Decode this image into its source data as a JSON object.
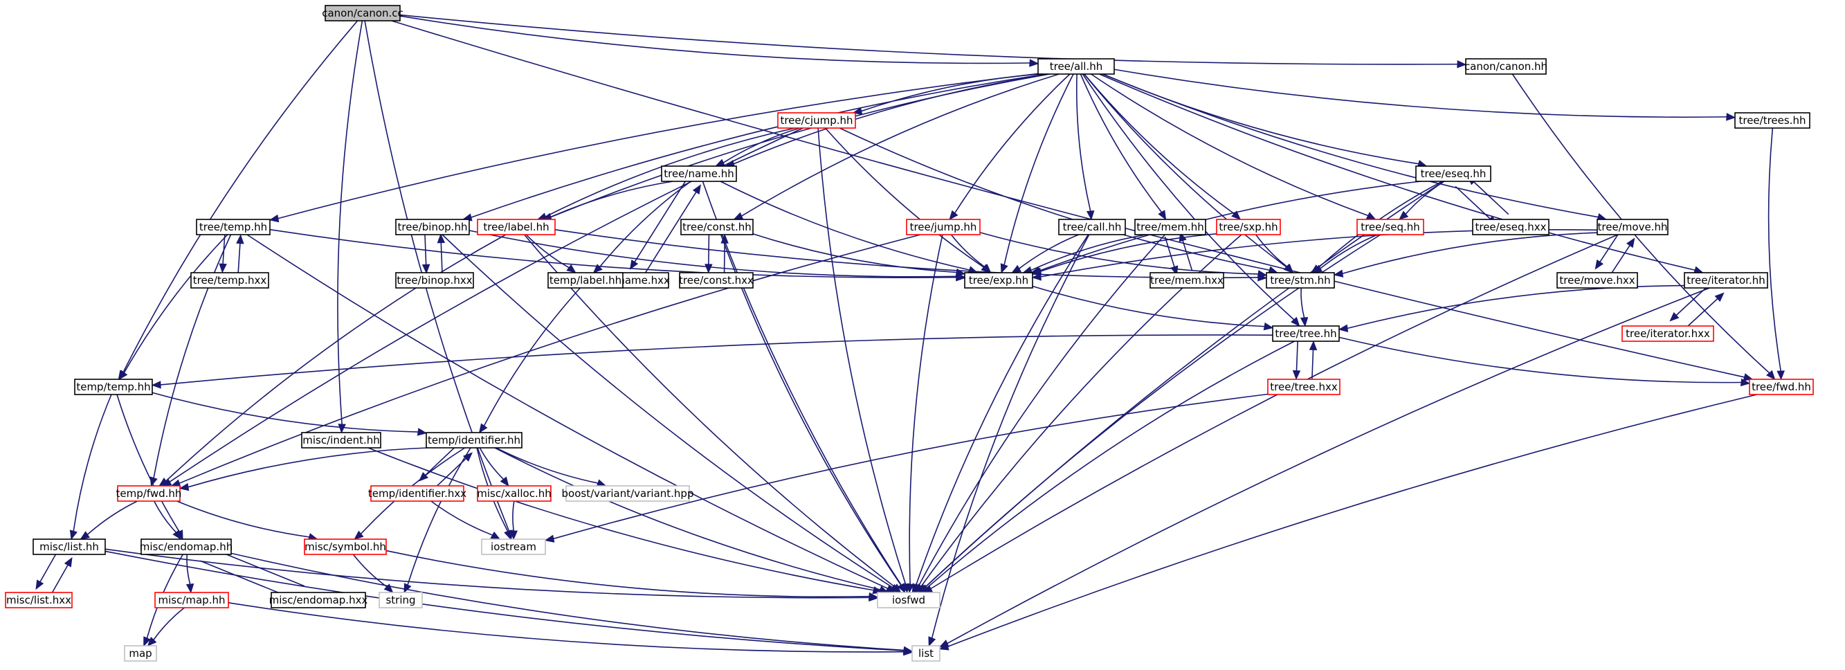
{
  "title": "canon/canon.cc",
  "colors": {
    "edge": "#191970",
    "root_fill": "#bfbfbf",
    "node_border": "#000000",
    "incomplete_border": "#ff0000",
    "external_border": "#bfbfbf",
    "external_text": "#404040"
  },
  "nodes": [
    {
      "id": "canon_cc",
      "label": "canon/canon.cc",
      "kind": "root"
    },
    {
      "id": "tree_all",
      "label": "tree/all.hh",
      "kind": "normal"
    },
    {
      "id": "canon_hh",
      "label": "canon/canon.hh",
      "kind": "normal"
    },
    {
      "id": "cjump",
      "label": "tree/cjump.hh",
      "kind": "red"
    },
    {
      "id": "trees",
      "label": "tree/trees.hh",
      "kind": "normal"
    },
    {
      "id": "name",
      "label": "tree/name.hh",
      "kind": "normal"
    },
    {
      "id": "eseq",
      "label": "tree/eseq.hh",
      "kind": "normal"
    },
    {
      "id": "tree_temp",
      "label": "tree/temp.hh",
      "kind": "normal"
    },
    {
      "id": "binop",
      "label": "tree/binop.hh",
      "kind": "normal"
    },
    {
      "id": "label",
      "label": "tree/label.hh",
      "kind": "red"
    },
    {
      "id": "const",
      "label": "tree/const.hh",
      "kind": "normal"
    },
    {
      "id": "jump",
      "label": "tree/jump.hh",
      "kind": "red"
    },
    {
      "id": "call",
      "label": "tree/call.hh",
      "kind": "normal"
    },
    {
      "id": "mem",
      "label": "tree/mem.hh",
      "kind": "normal"
    },
    {
      "id": "sxp",
      "label": "tree/sxp.hh",
      "kind": "red"
    },
    {
      "id": "seq",
      "label": "tree/seq.hh",
      "kind": "red"
    },
    {
      "id": "eseq_hxx",
      "label": "tree/eseq.hxx",
      "kind": "normal"
    },
    {
      "id": "move",
      "label": "tree/move.hh",
      "kind": "normal"
    },
    {
      "id": "name_hxx",
      "label": "tree/name.hxx",
      "kind": "normal"
    },
    {
      "id": "tree_temp_hxx",
      "label": "tree/temp.hxx",
      "kind": "normal"
    },
    {
      "id": "binop_hxx",
      "label": "tree/binop.hxx",
      "kind": "normal"
    },
    {
      "id": "temp_label",
      "label": "temp/label.hh",
      "kind": "normal"
    },
    {
      "id": "const_hxx",
      "label": "tree/const.hxx",
      "kind": "normal"
    },
    {
      "id": "exp",
      "label": "tree/exp.hh",
      "kind": "normal"
    },
    {
      "id": "mem_hxx",
      "label": "tree/mem.hxx",
      "kind": "normal"
    },
    {
      "id": "stm",
      "label": "tree/stm.hh",
      "kind": "normal"
    },
    {
      "id": "move_hxx",
      "label": "tree/move.hxx",
      "kind": "normal"
    },
    {
      "id": "iterator",
      "label": "tree/iterator.hh",
      "kind": "normal"
    },
    {
      "id": "iterator_hxx",
      "label": "tree/iterator.hxx",
      "kind": "red"
    },
    {
      "id": "tree",
      "label": "tree/tree.hh",
      "kind": "normal"
    },
    {
      "id": "tree_hxx",
      "label": "tree/tree.hxx",
      "kind": "red"
    },
    {
      "id": "temp_temp",
      "label": "temp/temp.hh",
      "kind": "normal"
    },
    {
      "id": "tree_fwd",
      "label": "tree/fwd.hh",
      "kind": "red"
    },
    {
      "id": "indent",
      "label": "misc/indent.hh",
      "kind": "normal"
    },
    {
      "id": "identifier",
      "label": "temp/identifier.hh",
      "kind": "normal"
    },
    {
      "id": "temp_fwd",
      "label": "temp/fwd.hh",
      "kind": "red"
    },
    {
      "id": "identifier_hxx",
      "label": "temp/identifier.hxx",
      "kind": "red"
    },
    {
      "id": "xalloc",
      "label": "misc/xalloc.hh",
      "kind": "red"
    },
    {
      "id": "boost_variant",
      "label": "boost/variant/variant.hpp",
      "kind": "external"
    },
    {
      "id": "iostream",
      "label": "iostream",
      "kind": "external"
    },
    {
      "id": "list_hh",
      "label": "misc/list.hh",
      "kind": "normal"
    },
    {
      "id": "endomap",
      "label": "misc/endomap.hh",
      "kind": "normal"
    },
    {
      "id": "symbol",
      "label": "misc/symbol.hh",
      "kind": "red"
    },
    {
      "id": "list_hxx",
      "label": "misc/list.hxx",
      "kind": "red"
    },
    {
      "id": "map_hh",
      "label": "misc/map.hh",
      "kind": "red"
    },
    {
      "id": "endomap_hxx",
      "label": "misc/endomap.hxx",
      "kind": "normal"
    },
    {
      "id": "string",
      "label": "string",
      "kind": "external"
    },
    {
      "id": "iosfwd",
      "label": "iosfwd",
      "kind": "external"
    },
    {
      "id": "map",
      "label": "map",
      "kind": "external"
    },
    {
      "id": "list",
      "label": "list",
      "kind": "external"
    }
  ],
  "edges": [
    [
      "canon_cc",
      "tree_all"
    ],
    [
      "canon_cc",
      "canon_hh"
    ],
    [
      "canon_cc",
      "temp_temp"
    ],
    [
      "canon_cc",
      "indent"
    ],
    [
      "canon_cc",
      "iostream"
    ],
    [
      "canon_cc",
      "tree_fwd"
    ],
    [
      "tree_all",
      "cjump"
    ],
    [
      "tree_all",
      "trees"
    ],
    [
      "tree_all",
      "name"
    ],
    [
      "tree_all",
      "eseq"
    ],
    [
      "tree_all",
      "tree_temp"
    ],
    [
      "tree_all",
      "binop"
    ],
    [
      "tree_all",
      "label"
    ],
    [
      "tree_all",
      "const"
    ],
    [
      "tree_all",
      "jump"
    ],
    [
      "tree_all",
      "call"
    ],
    [
      "tree_all",
      "mem"
    ],
    [
      "tree_all",
      "sxp"
    ],
    [
      "tree_all",
      "seq"
    ],
    [
      "tree_all",
      "move"
    ],
    [
      "tree_all",
      "iterator"
    ],
    [
      "tree_all",
      "exp"
    ],
    [
      "tree_all",
      "stm"
    ],
    [
      "tree_all",
      "tree"
    ],
    [
      "canon_hh",
      "tree_fwd"
    ],
    [
      "trees",
      "tree_fwd"
    ],
    [
      "cjump",
      "name"
    ],
    [
      "cjump",
      "label"
    ],
    [
      "cjump",
      "exp"
    ],
    [
      "cjump",
      "stm"
    ],
    [
      "cjump",
      "iosfwd"
    ],
    [
      "cjump",
      "temp_fwd"
    ],
    [
      "name",
      "label"
    ],
    [
      "name",
      "name_hxx"
    ],
    [
      "name",
      "temp_label"
    ],
    [
      "name",
      "exp"
    ],
    [
      "name",
      "iosfwd"
    ],
    [
      "name_hxx",
      "name"
    ],
    [
      "eseq",
      "seq"
    ],
    [
      "eseq",
      "eseq_hxx"
    ],
    [
      "eseq",
      "exp"
    ],
    [
      "eseq",
      "stm"
    ],
    [
      "eseq",
      "iosfwd"
    ],
    [
      "eseq_hxx",
      "eseq"
    ],
    [
      "tree_temp",
      "tree_temp_hxx"
    ],
    [
      "tree_temp",
      "temp_temp"
    ],
    [
      "tree_temp",
      "temp_fwd"
    ],
    [
      "tree_temp",
      "exp"
    ],
    [
      "tree_temp",
      "iosfwd"
    ],
    [
      "tree_temp_hxx",
      "tree_temp"
    ],
    [
      "binop",
      "binop_hxx"
    ],
    [
      "binop",
      "exp"
    ],
    [
      "binop",
      "iosfwd"
    ],
    [
      "binop_hxx",
      "binop"
    ],
    [
      "label",
      "temp_label"
    ],
    [
      "label",
      "stm"
    ],
    [
      "label",
      "temp_fwd"
    ],
    [
      "label",
      "iosfwd"
    ],
    [
      "const",
      "const_hxx"
    ],
    [
      "const",
      "exp"
    ],
    [
      "const",
      "iosfwd"
    ],
    [
      "const_hxx",
      "const"
    ],
    [
      "jump",
      "exp"
    ],
    [
      "jump",
      "stm"
    ],
    [
      "jump",
      "temp_fwd"
    ],
    [
      "jump",
      "iosfwd"
    ],
    [
      "call",
      "exp"
    ],
    [
      "call",
      "iosfwd"
    ],
    [
      "call",
      "list"
    ],
    [
      "mem",
      "mem_hxx"
    ],
    [
      "mem",
      "exp"
    ],
    [
      "mem",
      "iosfwd"
    ],
    [
      "mem_hxx",
      "mem"
    ],
    [
      "sxp",
      "exp"
    ],
    [
      "sxp",
      "stm"
    ],
    [
      "sxp",
      "iosfwd"
    ],
    [
      "seq",
      "stm"
    ],
    [
      "seq",
      "iosfwd"
    ],
    [
      "move",
      "move_hxx"
    ],
    [
      "move",
      "exp"
    ],
    [
      "move",
      "stm"
    ],
    [
      "move",
      "iosfwd"
    ],
    [
      "move_hxx",
      "move"
    ],
    [
      "iterator",
      "iterator_hxx"
    ],
    [
      "iterator",
      "tree"
    ],
    [
      "iterator",
      "list"
    ],
    [
      "iterator_hxx",
      "iterator"
    ],
    [
      "exp",
      "tree"
    ],
    [
      "stm",
      "tree"
    ],
    [
      "tree",
      "tree_hxx"
    ],
    [
      "tree",
      "temp_temp"
    ],
    [
      "tree",
      "tree_fwd"
    ],
    [
      "tree",
      "iosfwd"
    ],
    [
      "tree_hxx",
      "tree"
    ],
    [
      "tree_hxx",
      "iostream"
    ],
    [
      "tree_fwd",
      "list"
    ],
    [
      "temp_label",
      "identifier"
    ],
    [
      "temp_temp",
      "identifier"
    ],
    [
      "temp_temp",
      "list_hh"
    ],
    [
      "temp_temp",
      "endomap"
    ],
    [
      "indent",
      "iosfwd"
    ],
    [
      "identifier",
      "identifier_hxx"
    ],
    [
      "identifier",
      "xalloc"
    ],
    [
      "identifier",
      "boost_variant"
    ],
    [
      "identifier",
      "temp_fwd"
    ],
    [
      "identifier",
      "symbol"
    ],
    [
      "identifier",
      "iostream"
    ],
    [
      "identifier",
      "string"
    ],
    [
      "identifier",
      "iosfwd"
    ],
    [
      "identifier_hxx",
      "identifier"
    ],
    [
      "identifier_hxx",
      "iostream"
    ],
    [
      "xalloc",
      "iostream"
    ],
    [
      "temp_fwd",
      "list_hh"
    ],
    [
      "temp_fwd",
      "endomap"
    ],
    [
      "temp_fwd",
      "symbol"
    ],
    [
      "list_hh",
      "list_hxx"
    ],
    [
      "list_hh",
      "list"
    ],
    [
      "list_hh",
      "iosfwd"
    ],
    [
      "list_hxx",
      "list_hh"
    ],
    [
      "endomap",
      "map_hh"
    ],
    [
      "endomap",
      "endomap_hxx"
    ],
    [
      "endomap",
      "map"
    ],
    [
      "endomap",
      "list"
    ],
    [
      "endomap_hxx",
      "endomap"
    ],
    [
      "map_hh",
      "map"
    ],
    [
      "map_hh",
      "list"
    ],
    [
      "symbol",
      "string"
    ],
    [
      "symbol",
      "iosfwd"
    ]
  ]
}
